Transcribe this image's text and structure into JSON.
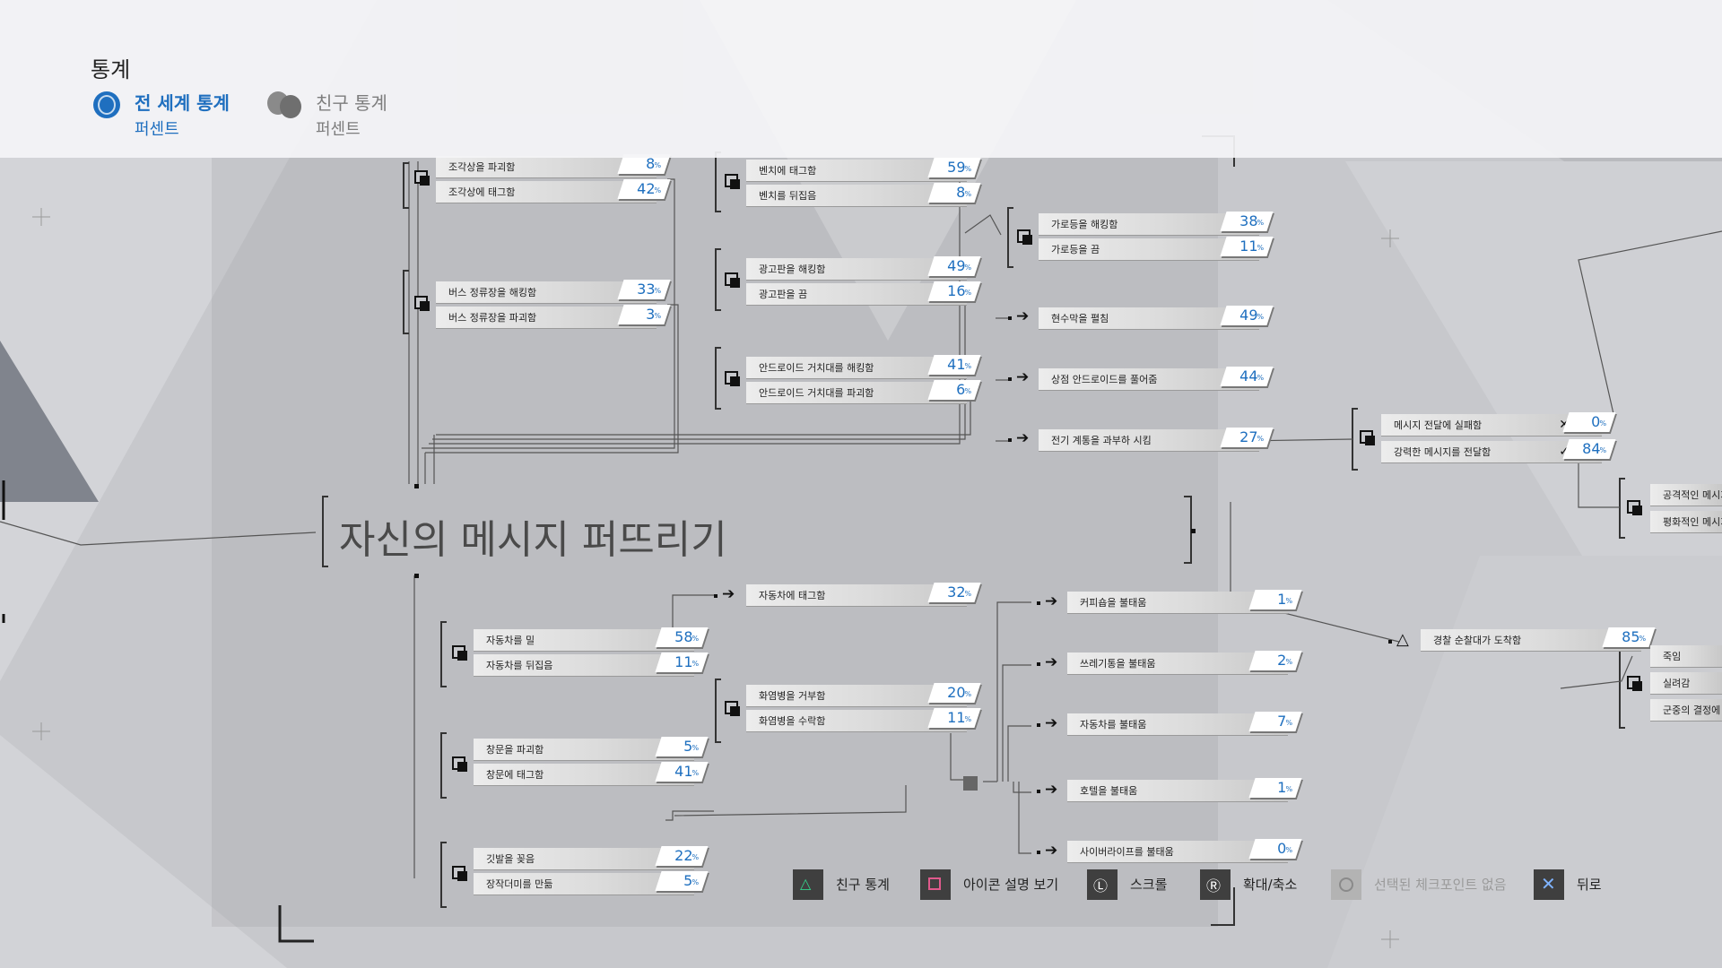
{
  "header": {
    "title": "통계",
    "tabs": [
      {
        "label": "전 세계 통계",
        "sub": "퍼센트",
        "active": true
      },
      {
        "label": "친구 통계",
        "sub": "퍼센트",
        "active": false
      }
    ]
  },
  "chapter_title": "자신의 메시지 퍼뜨리기",
  "percent_symbol": "%",
  "nodes": {
    "statue_destroy": {
      "label": "조각상을 파괴함",
      "value": "8"
    },
    "statue_tag": {
      "label": "조각상에 태그함",
      "value": "42"
    },
    "bus_hack": {
      "label": "버스 정류장을 해킹함",
      "value": "33"
    },
    "bus_destroy": {
      "label": "버스 정류장을 파괴함",
      "value": "3"
    },
    "bench_tag": {
      "label": "벤치에 태그함",
      "value": "59"
    },
    "bench_flip": {
      "label": "벤치를 뒤집음",
      "value": "8"
    },
    "billboard_hack": {
      "label": "광고판을 해킹함",
      "value": "49"
    },
    "billboard_off": {
      "label": "광고판을 끔",
      "value": "16"
    },
    "android_rack_hack": {
      "label": "안드로이드 거치대를 해킹함",
      "value": "41"
    },
    "android_rack_destroy": {
      "label": "안드로이드 거치대를 파괴함",
      "value": "6"
    },
    "streetlight_hack": {
      "label": "가로등을 해킹함",
      "value": "38"
    },
    "streetlight_off": {
      "label": "가로등을 끔",
      "value": "11"
    },
    "banner": {
      "label": "현수막을 펼침",
      "value": "49"
    },
    "store_androids": {
      "label": "상점 안드로이드를 풀어줌",
      "value": "44"
    },
    "grid_overload": {
      "label": "전기 계통을 과부하 시킴",
      "value": "27"
    },
    "msg_fail": {
      "label": "메시지 전달에 실패함",
      "value": "0",
      "mark": "✕"
    },
    "msg_strong": {
      "label": "강력한 메시지를 전달함",
      "value": "84",
      "mark": "✓"
    },
    "aggressive_msg": {
      "label": "공격적인 메시지"
    },
    "peaceful_msg": {
      "label": "평화적인 메시지"
    },
    "car_tag": {
      "label": "자동차에 태그함",
      "value": "32"
    },
    "car_push": {
      "label": "자동차를 밀",
      "value": "58"
    },
    "car_flip": {
      "label": "자동차를 뒤집음",
      "value": "11"
    },
    "molotov_refuse": {
      "label": "화염병을 거부함",
      "value": "20"
    },
    "molotov_accept": {
      "label": "화염병을 수락함",
      "value": "11"
    },
    "window_destroy": {
      "label": "창문을 파괴함",
      "value": "5"
    },
    "window_tag": {
      "label": "창문에 태그함",
      "value": "41"
    },
    "flag_plant": {
      "label": "깃발을 꽂음",
      "value": "22"
    },
    "woodpile": {
      "label": "장작더미를 만듦",
      "value": "5"
    },
    "burn_coffee": {
      "label": "커피숍을 불태움",
      "value": "1"
    },
    "burn_trash": {
      "label": "쓰레기통을 불태움",
      "value": "2"
    },
    "burn_car": {
      "label": "자동차를 불태움",
      "value": "7"
    },
    "burn_hotel": {
      "label": "호텔을 불태움",
      "value": "1"
    },
    "burn_cyberlife": {
      "label": "사이버라이프를 불태움",
      "value": "0"
    },
    "police_arrive": {
      "label": "경찰 순찰대가 도착함",
      "value": "85"
    },
    "killed": {
      "label": "죽임"
    },
    "injured": {
      "label": "실려감"
    },
    "crowd_decision": {
      "label": "군중의 결정에"
    }
  },
  "footer": {
    "friends": "친구 통계",
    "icon_desc": "아이콘 설명 보기",
    "scroll": "스크롤",
    "zoom": "확대/축소",
    "no_checkpoint": "선택된 체크포인트 없음",
    "back": "뒤로"
  },
  "colors": {
    "accent": "#1f6fbf",
    "background": "#c7c8cc"
  }
}
